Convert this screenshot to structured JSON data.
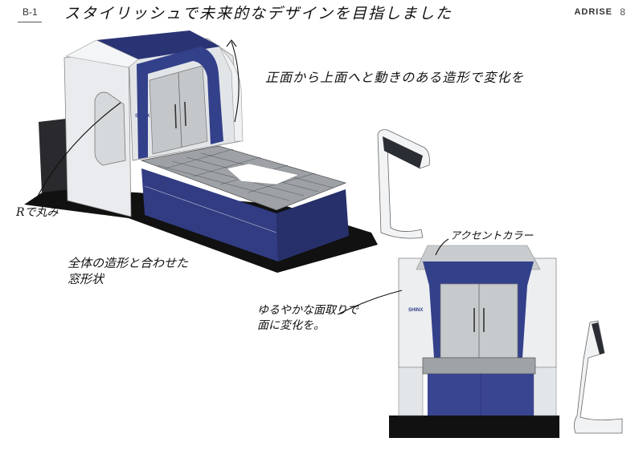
{
  "header": {
    "section_code": "B-1",
    "brand": "ADRISE",
    "page_number": "8"
  },
  "notes": {
    "title": "スタイリッシュで未来的なデザインを目指しました",
    "front_to_top": "正面から上面へと動きのある造形で変化を",
    "r_rounding": "Rで丸み",
    "body_line1": "全体の造形と合わせた",
    "body_line2": "窓形状",
    "accent_color": "アクセントカラー",
    "gentle_line1": "ゆるやかな面取りで",
    "gentle_line2": "面に変化を。"
  },
  "machine": {
    "logo": "SHINX",
    "colors": {
      "accent_navy": "#33408a",
      "body_white": "#eceef0",
      "window_gray": "#bfc3c6",
      "base_black": "#111111"
    }
  }
}
